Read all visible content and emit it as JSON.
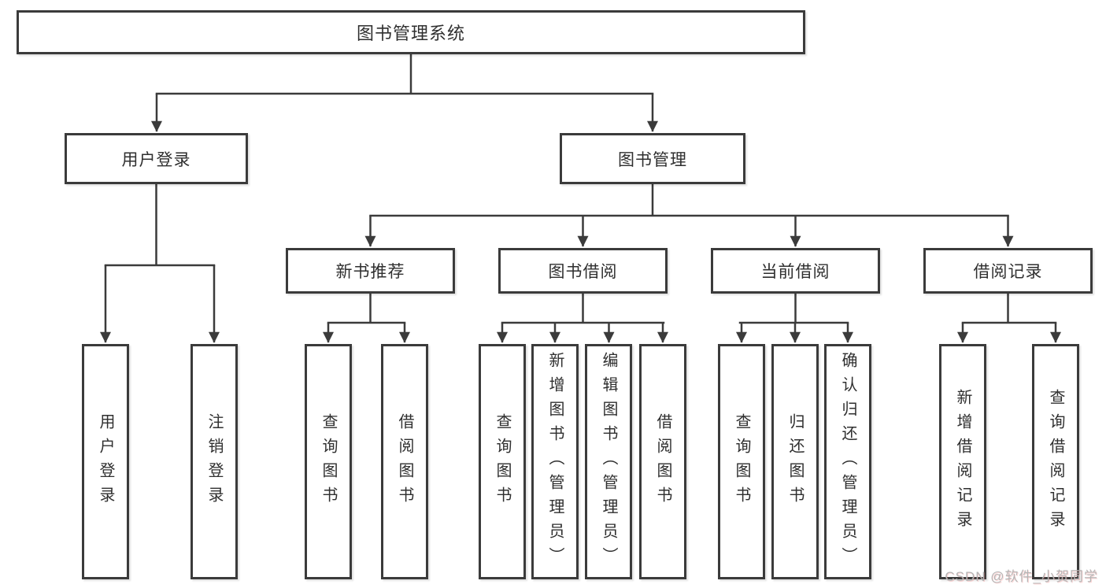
{
  "tree": {
    "root": "图书管理系统",
    "l2": [
      "用户登录",
      "图书管理"
    ],
    "l3": [
      "新书推荐",
      "图书借阅",
      "当前借阅",
      "借阅记录"
    ],
    "leaf_groups": [
      {
        "parent": "用户登录",
        "items": [
          "用户登录",
          "注销登录"
        ]
      },
      {
        "parent": "新书推荐",
        "items": [
          "查询图书",
          "借阅图书"
        ]
      },
      {
        "parent": "图书借阅",
        "items": [
          "查询图书",
          "新增图书（管理员）",
          "编辑图书（管理员）",
          "借阅图书"
        ]
      },
      {
        "parent": "当前借阅",
        "items": [
          "查询图书",
          "归还图书",
          "确认归还（管理员）"
        ]
      },
      {
        "parent": "借阅记录",
        "items": [
          "新增借阅记录",
          "查询借阅记录"
        ]
      }
    ]
  },
  "watermark": "CSDN @软件_小贺同学",
  "colors": {
    "line": "#3b3b3b",
    "box_border": "#3b3b3b",
    "text": "#2f2f2f",
    "background": "#ffffff",
    "watermark_text": "#b5b5b5"
  }
}
